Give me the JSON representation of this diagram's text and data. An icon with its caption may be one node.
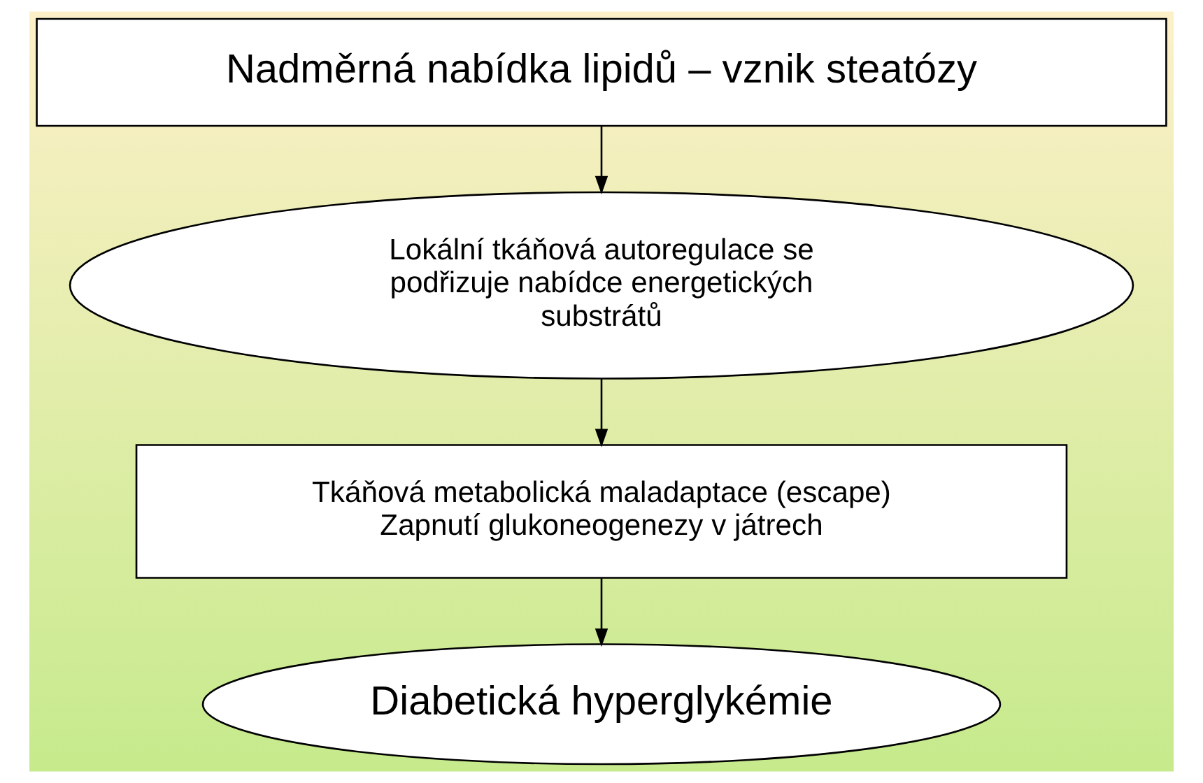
{
  "diagram": {
    "nodes": [
      {
        "text": [
          "Nadměrná nabídka lipidů – vznik steatózy"
        ]
      },
      {
        "text": [
          "Lokální tkáňová autoregulace se podřizuje nabídce energetických substrátů"
        ]
      },
      {
        "text": [
          "Tkáňová metabolická maladaptace (escape)",
          "Zapnutí glukoneogenezy v játrech"
        ]
      },
      {
        "text": [
          "Diabetická hyperglykémie"
        ]
      }
    ],
    "edges": [
      {
        "from": 0,
        "to": 1,
        "arrow": "to"
      },
      {
        "from": 1,
        "to": 2,
        "arrow": "to"
      },
      {
        "from": 2,
        "to": 3,
        "arrow": "to"
      }
    ]
  }
}
